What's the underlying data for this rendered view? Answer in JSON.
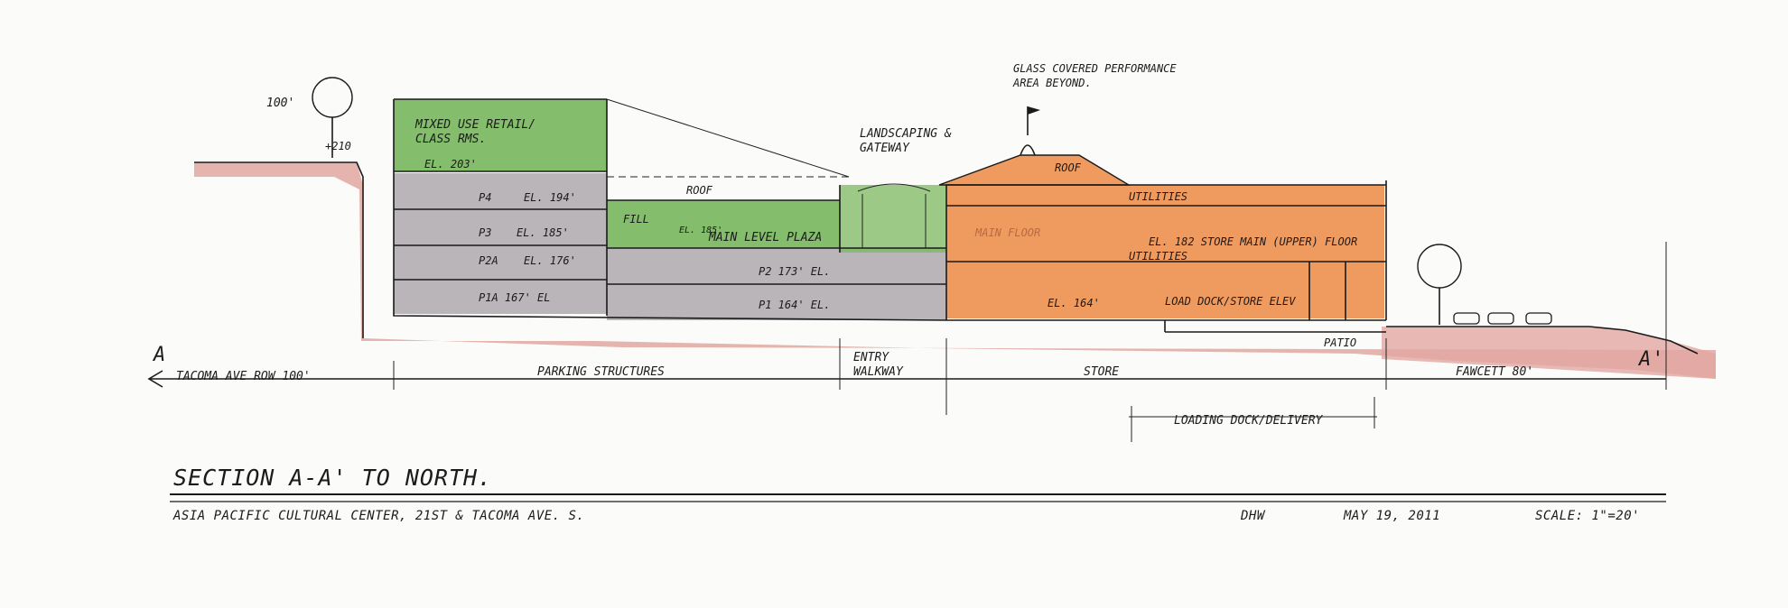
{
  "labels": {
    "elevation_100": "100'",
    "elevation_210": "+210",
    "mixed_use_line1": "Mixed use retail/",
    "mixed_use_line2": "class rms.",
    "el_203": "EL. 203'",
    "p4": "P4",
    "el_194": "EL. 194'",
    "p3": "P3",
    "el_185": "EL. 185'",
    "p2a": "P2A",
    "el_176": "EL. 176'",
    "p1a": "P1A 167' EL",
    "roof_plaza": "Roof",
    "fill": "Fill",
    "el_plaza": "EL. 185'",
    "main_level_plaza": "Main level plaza",
    "p2_173": "P2 173' EL.",
    "p1_164": "P1 164' EL.",
    "landscaping_line1": "Landscaping &",
    "landscaping_line2": "gateway",
    "glass_line1": "Glass covered performance",
    "glass_line2": "area beyond.",
    "roof_store": "Roof",
    "utilities_upper": "Utilities",
    "main_floor_faint": "Main floor",
    "store_main_floor": "EL. 182 Store main (upper) floor",
    "utilities_lower": "Utilities",
    "el_164": "EL. 164'",
    "load_dock": "Load dock/store elev",
    "patio": "Patio",
    "section_a": "A",
    "section_a_prime": "A'",
    "tacoma_row": "Tacoma Ave ROW 100'",
    "parking_structures": "Parking structures",
    "entry_walkway_1": "Entry",
    "entry_walkway_2": "walkway",
    "store": "Store",
    "fawcett": "Fawcett 80'",
    "loading_dock_delivery": "Loading dock/delivery"
  },
  "title": "Section A-A' to North.",
  "footer": {
    "project": "Asia Pacific Cultural Center, 21st & Tacoma Ave. S.",
    "drawn_by": "DHW",
    "date": "May 19, 2011",
    "scale": "Scale: 1\"=20'"
  },
  "colors": {
    "parking": "#b9b5b9",
    "green": "#6fb254",
    "store": "#ef9a5f",
    "ground": "#e2a7a2",
    "ink": "#1a1a1a"
  }
}
